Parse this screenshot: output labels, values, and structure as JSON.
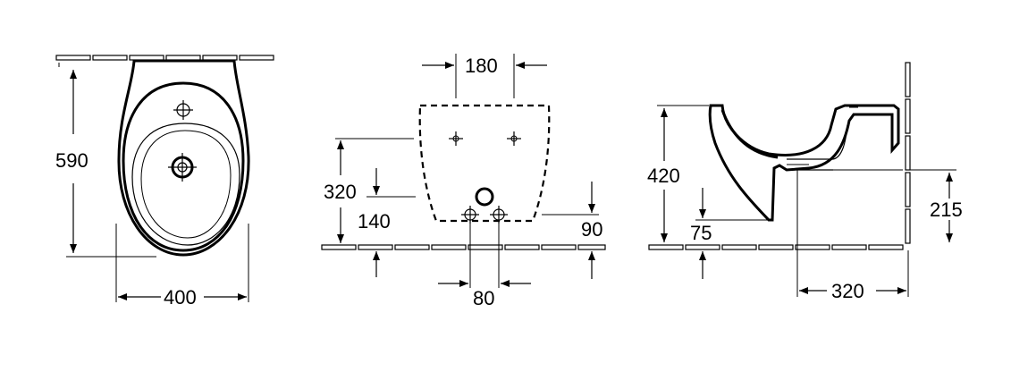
{
  "views": {
    "top": {
      "dim_depth": "590",
      "dim_width": "400"
    },
    "front": {
      "dim_top_holes": "180",
      "dim_hole_height": "320",
      "dim_drain_height": "140",
      "dim_bottom_bolts": "80",
      "dim_bolt_height": "90"
    },
    "side": {
      "dim_height": "420",
      "dim_lower": "75",
      "dim_outlet_height": "215",
      "dim_projection": "320"
    }
  }
}
